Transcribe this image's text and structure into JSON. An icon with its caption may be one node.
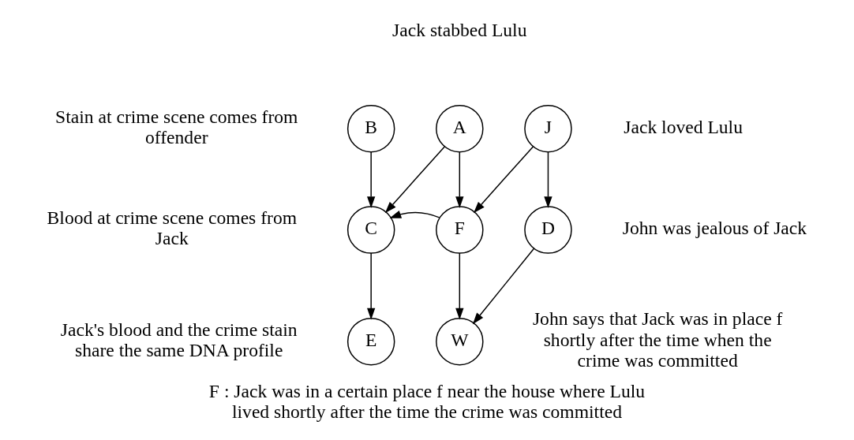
{
  "diagram": {
    "caption": "F : Jack was in a certain place f near the house where Lulu lived shortly after the time the crime was committed",
    "nodes": [
      {
        "text": [
          "B"
        ],
        "beside": [
          "Stain at crime scene comes from offender"
        ]
      },
      {
        "text": [
          "A"
        ],
        "beside": [
          "Jack stabbed Lulu"
        ]
      },
      {
        "text": [
          "J"
        ],
        "beside": [
          "Jack loved Lulu"
        ]
      },
      {
        "text": [
          "C"
        ],
        "beside": [
          "Blood at crime scene comes from Jack"
        ]
      },
      {
        "text": [
          "F"
        ]
      },
      {
        "text": [
          "D"
        ],
        "beside": [
          "John was jealous of Jack"
        ]
      },
      {
        "text": [
          "E"
        ],
        "beside": [
          "Jack's blood and the crime stain share the same DNA profile"
        ]
      },
      {
        "text": [
          "W"
        ],
        "beside": [
          "John says that Jack was in place f shortly after the time when the crime was committed"
        ]
      }
    ],
    "edges": [
      {
        "from": 0,
        "to": 3,
        "arrow": "to"
      },
      {
        "from": 1,
        "to": 3,
        "arrow": "to"
      },
      {
        "from": 1,
        "to": 4,
        "arrow": "to"
      },
      {
        "from": 2,
        "to": 4,
        "arrow": "to"
      },
      {
        "from": 2,
        "to": 5,
        "arrow": "to"
      },
      {
        "from": 4,
        "to": 3,
        "arrow": "to"
      },
      {
        "from": 3,
        "to": 6,
        "arrow": "to"
      },
      {
        "from": 4,
        "to": 7,
        "arrow": "to"
      },
      {
        "from": 5,
        "to": 7,
        "arrow": "to"
      }
    ]
  }
}
